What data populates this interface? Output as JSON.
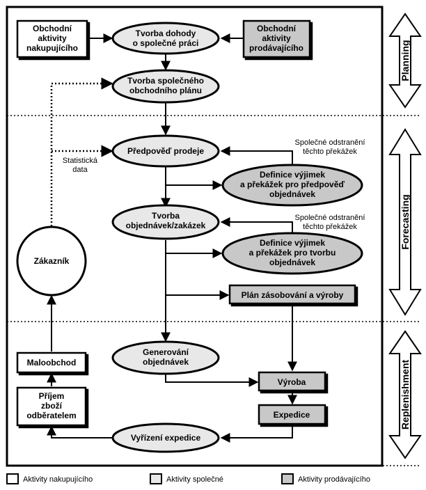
{
  "phases": {
    "planning": "Planning",
    "forecasting": "Forecasting",
    "replenishment": "Replenishment"
  },
  "nodes": {
    "buyer_activities": [
      "Obchodní",
      "aktivity",
      "nakupujícího"
    ],
    "seller_activities": [
      "Obchodní",
      "aktivity",
      "prodávajícího"
    ],
    "agreement": [
      "Tvorba dohody",
      "o společné práci"
    ],
    "joint_plan": [
      "Tvorba společného",
      "obchodního plánu"
    ],
    "sales_forecast": [
      "Předpověď prodeje"
    ],
    "forecast_exceptions": [
      "Definice výjimek",
      "a překážek pro předpověď",
      "objednávek"
    ],
    "order_forecast": [
      "Tvorba",
      "objednávek/zakázek"
    ],
    "order_exceptions": [
      "Definice výjimek",
      "a překážek pro tvorbu",
      "objednávek"
    ],
    "supply_plan": [
      "Plán zásobování a výroby"
    ],
    "order_generation": [
      "Generování",
      "objednávek"
    ],
    "production": [
      "Výroba"
    ],
    "dispatch": [
      "Expedice"
    ],
    "fulfillment": [
      "Vyřízení expedice"
    ],
    "receipt": [
      "Příjem",
      "zboží",
      "odběratelem"
    ],
    "retail": [
      "Maloobchod"
    ],
    "customer": [
      "Zákazník"
    ]
  },
  "annotations": {
    "stat_data": [
      "Statistická",
      "data"
    ],
    "joint_resolution_1": [
      "Společné odstranění",
      "těchto překážek"
    ],
    "joint_resolution_2": [
      "Společné odstranění",
      "těchto překážek"
    ]
  },
  "legend": {
    "buyer": "Aktivity nakupujícího",
    "joint": "Aktivity společné",
    "seller": "Aktivity prodávajícího"
  },
  "colors": {
    "buyer_fill": "#ffffff",
    "joint_fill": "#e8e8e8",
    "seller_fill": "#c8c8c8",
    "line": "#000000"
  }
}
